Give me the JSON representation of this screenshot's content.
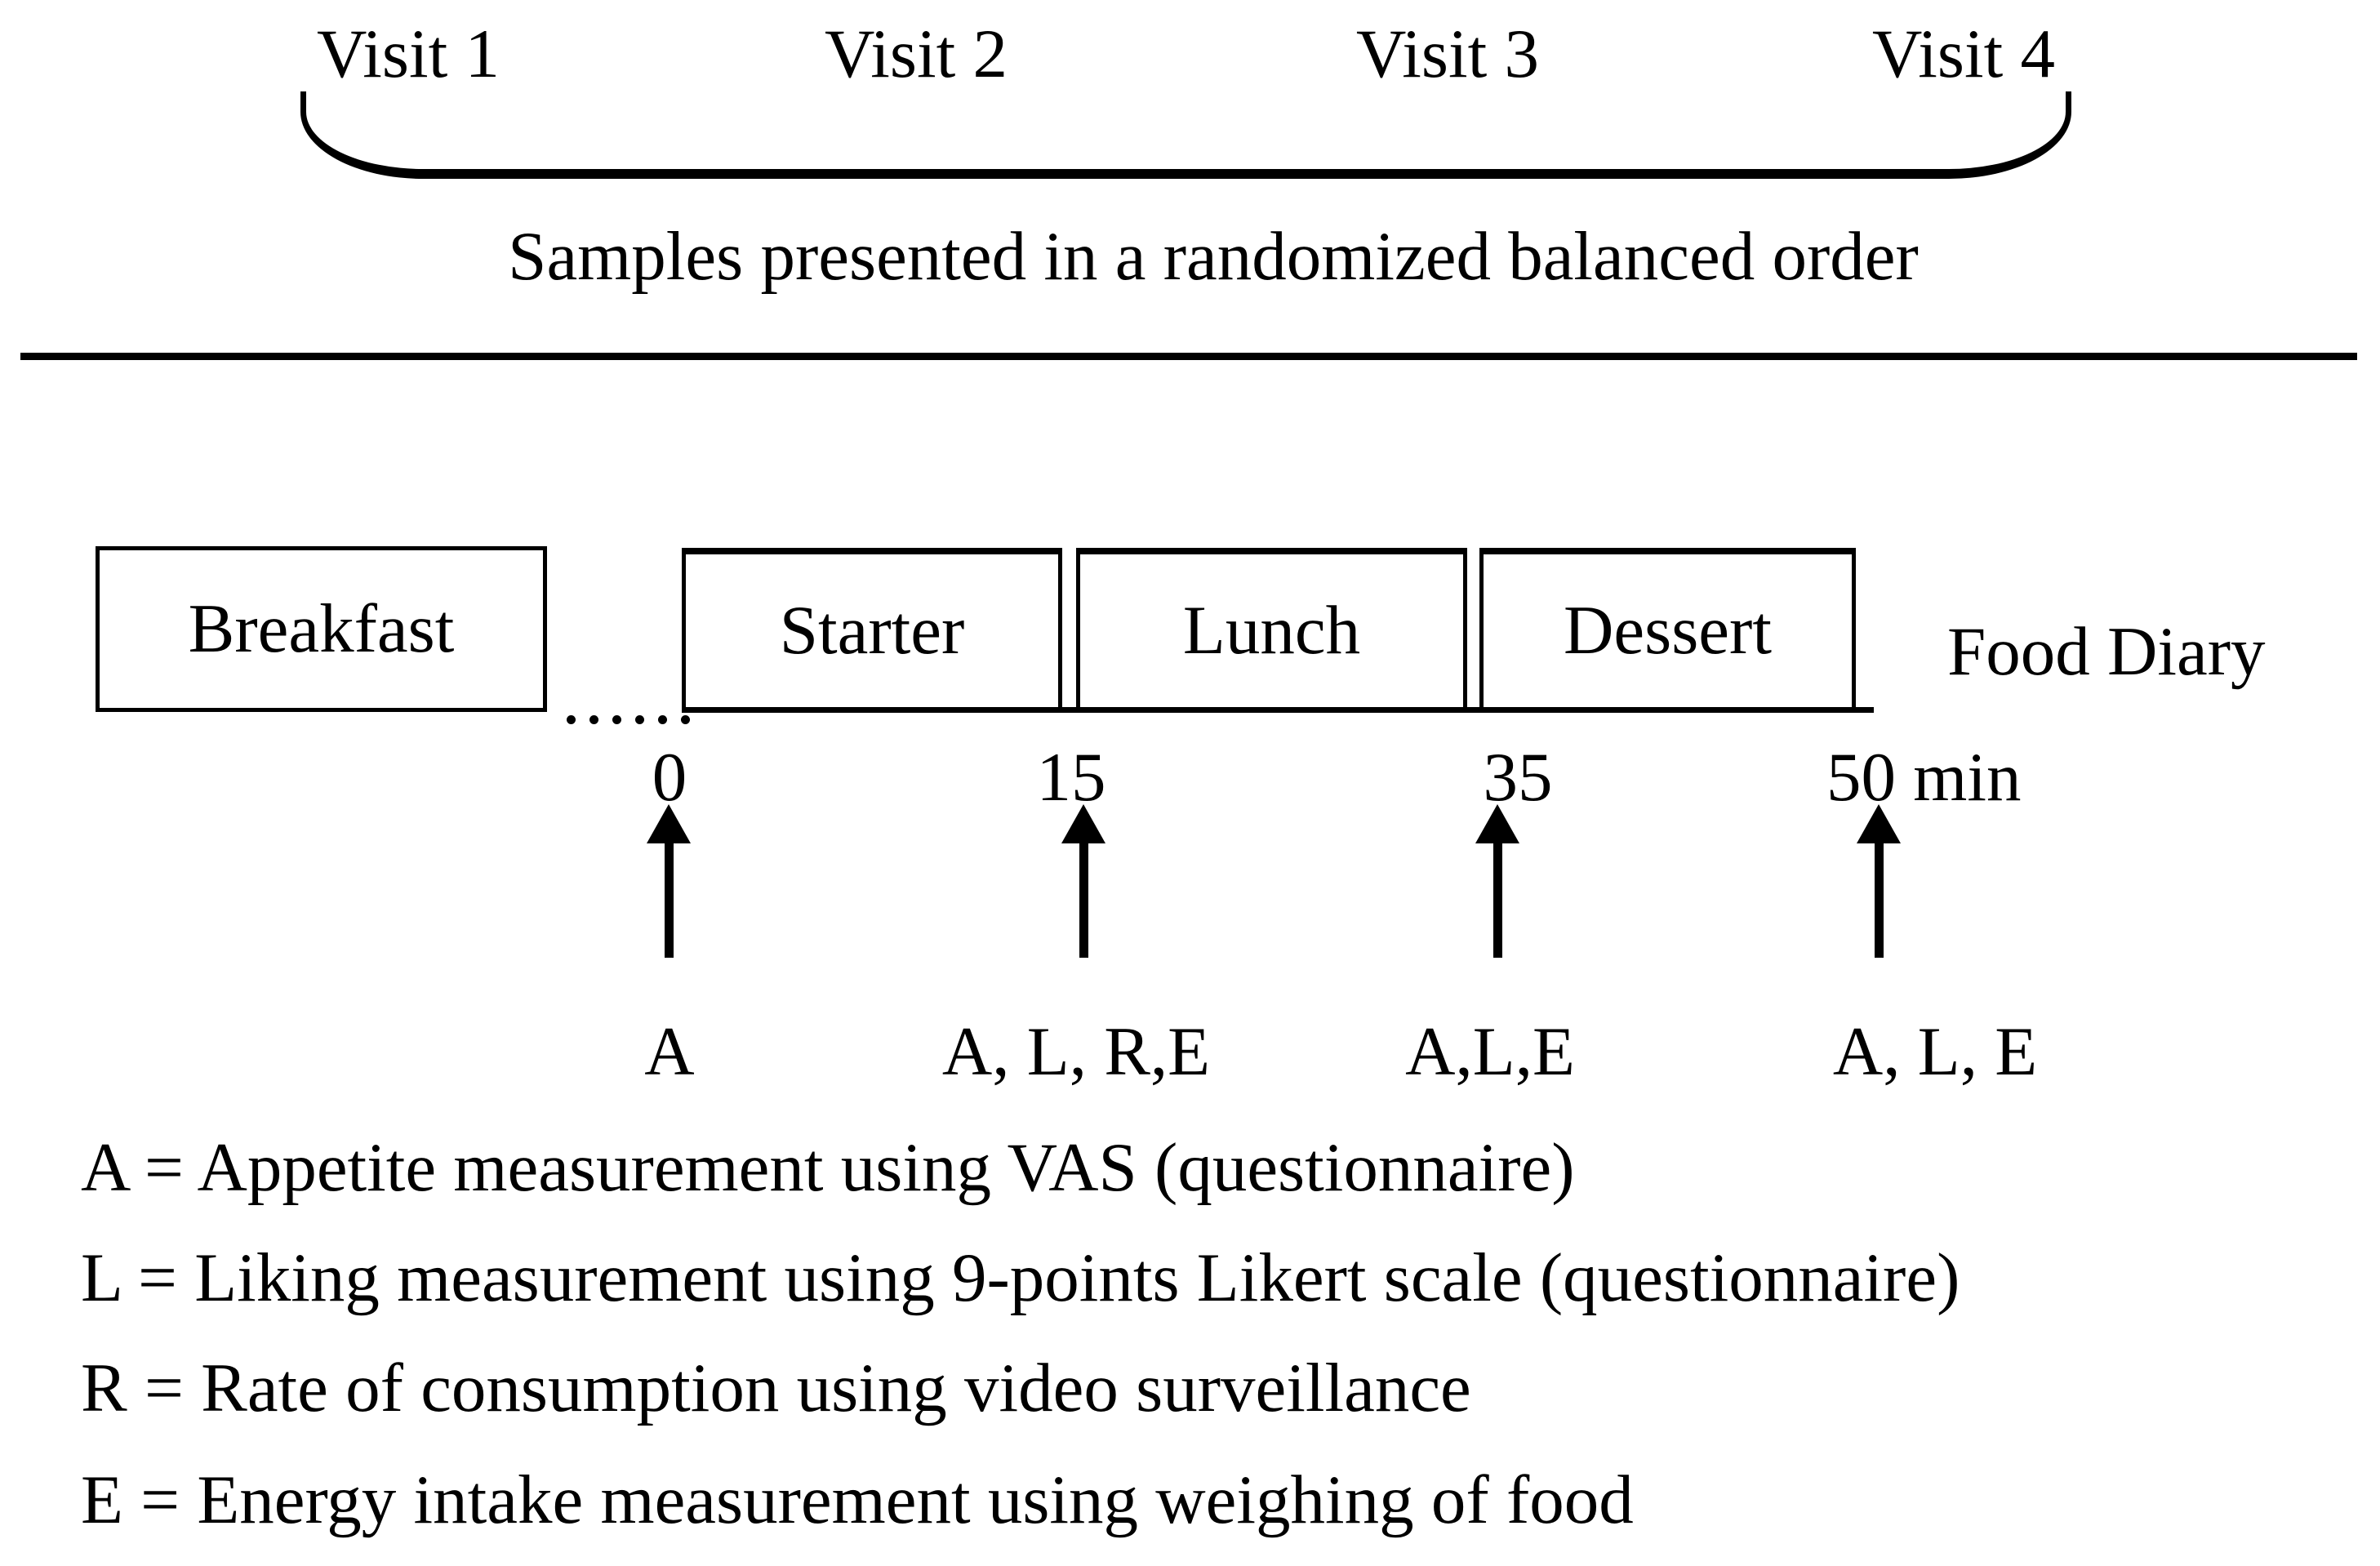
{
  "diagram": {
    "colors": {
      "ink": "#000000",
      "background": "#ffffff"
    },
    "visits": {
      "labels": [
        "Visit 1",
        "Visit 2",
        "Visit 3",
        "Visit 4"
      ]
    },
    "brace_caption": "Samples presented in a randomized balanced order",
    "timeline": {
      "pre_box": "Breakfast",
      "boxes": [
        "Starter",
        "Lunch",
        "Dessert"
      ],
      "after_label": "Food Diary",
      "time_points": [
        "0",
        "15",
        "35",
        "50 min"
      ],
      "arrow_labels": [
        "A",
        "A, L, R,E",
        "A,L,E",
        "A, L, E"
      ]
    },
    "legend": [
      "A = Appetite measurement using VAS (questionnaire)",
      "L = Liking measurement using 9-points Likert scale (questionnaire)",
      "R = Rate of consumption using video surveillance",
      "E = Energy intake measurement using weighing of food"
    ]
  }
}
